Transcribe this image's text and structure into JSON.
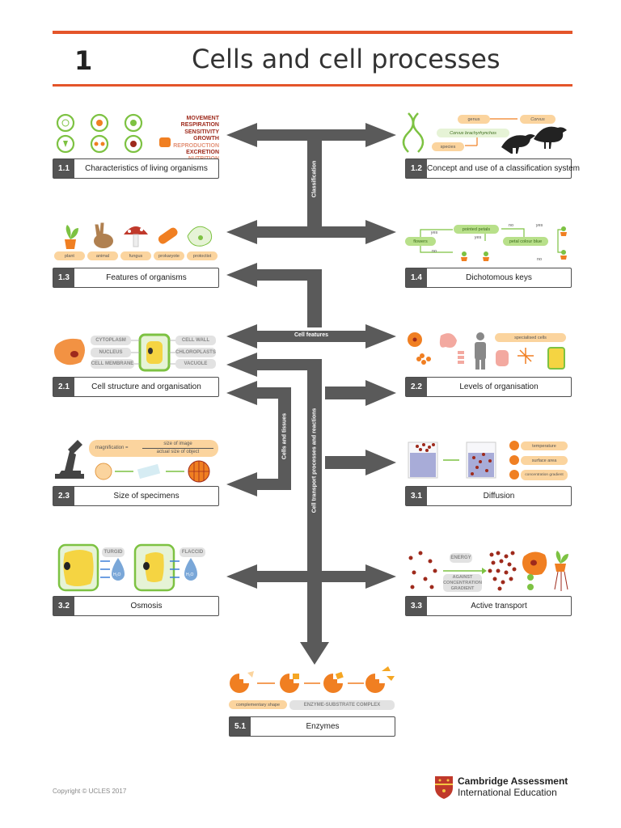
{
  "chapter": {
    "number": "1",
    "title": "Cells and cell processes"
  },
  "characteristics": [
    "MOVEMENT RESPIRATION",
    "SENSITIVITY GROWTH",
    "REPRODUCTION",
    "EXCRETION",
    "NUTRITION"
  ],
  "topics": {
    "t1_1": {
      "num": "1.1",
      "label": "Characteristics of living organisms"
    },
    "t1_2": {
      "num": "1.2",
      "label": "Concept and use of a classification system"
    },
    "t1_3": {
      "num": "1.3",
      "label": "Features of organisms"
    },
    "t1_4": {
      "num": "1.4",
      "label": "Dichotomous keys"
    },
    "t2_1": {
      "num": "2.1",
      "label": "Cell structure and organisation"
    },
    "t2_2": {
      "num": "2.2",
      "label": "Levels of organisation"
    },
    "t2_3": {
      "num": "2.3",
      "label": "Size of specimens"
    },
    "t3_1": {
      "num": "3.1",
      "label": "Diffusion"
    },
    "t3_2": {
      "num": "3.2",
      "label": "Osmosis"
    },
    "t3_3": {
      "num": "3.3",
      "label": "Active transport"
    },
    "t5_1": {
      "num": "5.1",
      "label": "Enzymes"
    }
  },
  "flows": {
    "classification": "Classification",
    "cell_features": "Cell features",
    "cells_tissues": "Cells and tissues",
    "transport": "Cell transport processes and reactions"
  },
  "classification_fig": {
    "genus": "genus",
    "corvus": "Corvus",
    "binomial": "Corvus brachyrhynchos",
    "species": "species"
  },
  "organisms": [
    "plant",
    "animal",
    "fungus",
    "prokaryote",
    "protoctist"
  ],
  "key": {
    "pointed_petals": "pointed petals",
    "flowers": "flowers",
    "petal_colour": "petal colour blue",
    "yes": "yes",
    "no": "no"
  },
  "cell_parts": {
    "cytoplasm": "CYTOPLASM",
    "nucleus": "NUCLEUS",
    "membrane": "CELL MEMBRANE",
    "wall": "CELL WALL",
    "chloroplasts": "CHLOROPLASTS",
    "vacuole": "VACUOLE"
  },
  "specialised": "specialised cells",
  "magnification": {
    "lhs": "magnification =",
    "num": "size of image",
    "den": "actual size of object"
  },
  "diffusion_factors": [
    "temperature",
    "surface area",
    "concentration gradient"
  ],
  "osmosis": {
    "turgid": "TURGID",
    "flaccid": "FLACCID",
    "water1": "H₂O",
    "water2": "H₂O"
  },
  "active": {
    "energy": "ENERGY",
    "against": "AGAINST CONCENTRATION GRADIENT"
  },
  "enzymes": {
    "shape": "complementary shape",
    "complex": "ENZYME-SUBSTRATE COMPLEX"
  },
  "footer": {
    "copyright": "Copyright © UCLES 2017",
    "org1": "Cambridge Assessment",
    "org2": "International Education"
  },
  "colors": {
    "accent": "#e4552a",
    "arrow": "#5a5a5a",
    "green": "#7dc242",
    "orange": "#f07f22"
  }
}
